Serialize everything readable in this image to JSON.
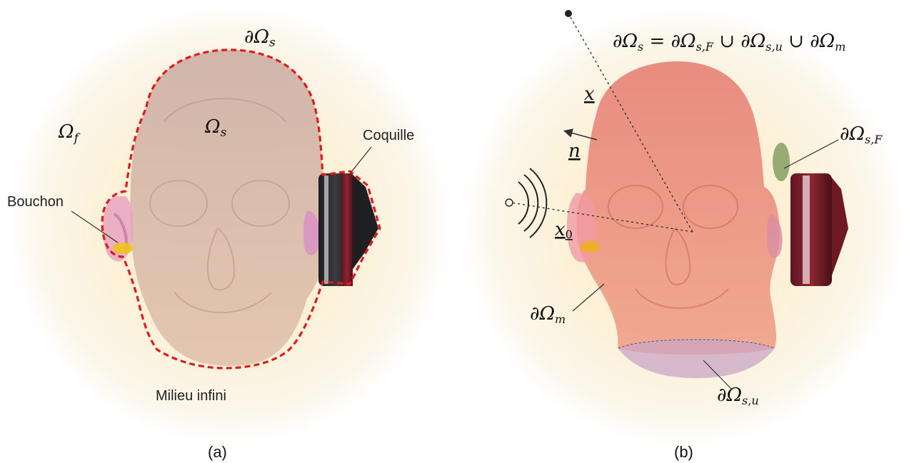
{
  "panel_a": {
    "caption": "(a)",
    "boundary_symbol": "∂Ω",
    "boundary_sub": "s",
    "structure_symbol": "Ω",
    "structure_sub": "s",
    "fluid_symbol": "Ω",
    "fluid_sub": "f",
    "earmuff_label": "Coquille",
    "earplug_label": "Bouchon",
    "infinite_medium_label": "Milieu infini"
  },
  "panel_b": {
    "caption": "(b)",
    "equation": {
      "lhs": "∂Ω",
      "lhs_sub": "s",
      "eq": " = ∂Ω",
      "t1_sub": "s,F",
      "u1": " ∪ ∂Ω",
      "t2_sub": "s,u",
      "u2": " ∪ ∂Ω",
      "t3_sub": "m"
    },
    "x_label": "x",
    "n_label": "n",
    "x0_label": "x",
    "x0_sub": "0",
    "dOm_sF_symbol": "∂Ω",
    "dOm_sF_sub": "s,F",
    "dOm_m_symbol": "∂Ω",
    "dOm_m_sub": "m",
    "dOm_su_symbol": "∂Ω",
    "dOm_su_sub": "s,u"
  },
  "colors": {
    "halo_center": "#fbecc9",
    "halo_edge": "#ffffff",
    "head_a": "#d9b7a8",
    "head_b": "#e98b7c",
    "boundary_dash": "#e01b1b",
    "earmuff_dark": "#2b2b2e",
    "earmuff_red": "#7a1f2a",
    "earplug_pink": "#d88ac6",
    "earplug_yellow": "#f0c21a",
    "patch_green": "#7f9a5c",
    "neck_cap": "#c9a6c6"
  }
}
